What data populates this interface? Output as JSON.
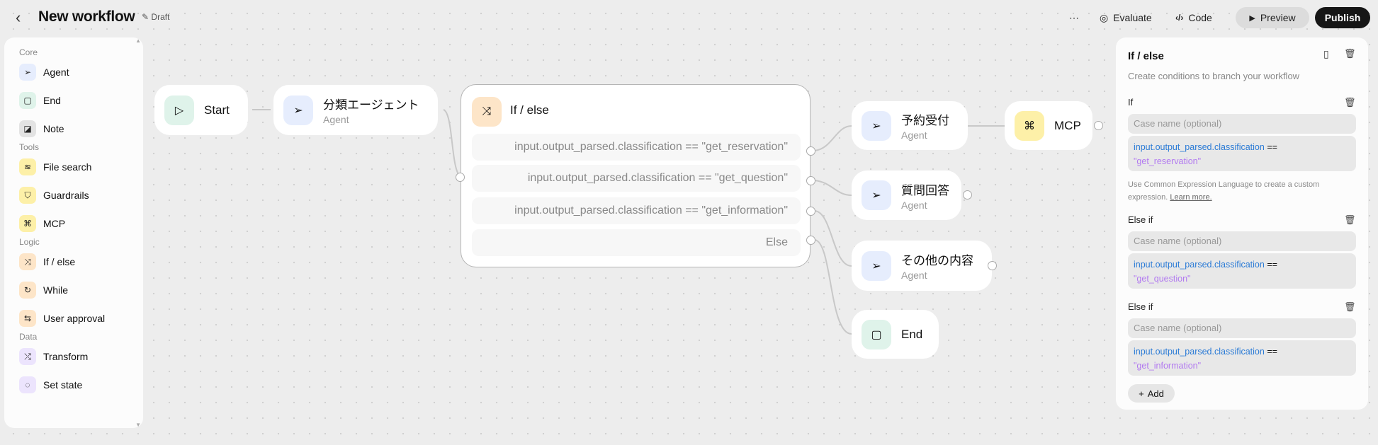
{
  "header": {
    "title": "New workflow",
    "status": "Draft",
    "more": "⋯",
    "evaluate": "Evaluate",
    "code": "Code",
    "preview": "Preview",
    "publish": "Publish"
  },
  "sidebar": {
    "sections": [
      {
        "label": "Core",
        "items": [
          {
            "label": "Agent",
            "icon": "cursor-icon",
            "color": "#e6edfd"
          },
          {
            "label": "End",
            "icon": "square-icon",
            "color": "#dff3ea"
          },
          {
            "label": "Note",
            "icon": "note-icon",
            "color": "#e3e3e3"
          }
        ]
      },
      {
        "label": "Tools",
        "items": [
          {
            "label": "File search",
            "icon": "database-icon",
            "color": "#fdf0a8"
          },
          {
            "label": "Guardrails",
            "icon": "shield-icon",
            "color": "#fdf0a8"
          },
          {
            "label": "MCP",
            "icon": "command-icon",
            "color": "#fdf0a8"
          }
        ]
      },
      {
        "label": "Logic",
        "items": [
          {
            "label": "If / else",
            "icon": "branch-icon",
            "color": "#fde5c8"
          },
          {
            "label": "While",
            "icon": "loop-icon",
            "color": "#fde5c8"
          },
          {
            "label": "User approval",
            "icon": "approval-icon",
            "color": "#fde5c8"
          }
        ]
      },
      {
        "label": "Data",
        "items": [
          {
            "label": "Transform",
            "icon": "shuffle-icon",
            "color": "#ece4fd"
          },
          {
            "label": "Set state",
            "icon": "dashed-circle-icon",
            "color": "#ece4fd"
          }
        ]
      }
    ]
  },
  "nodes": {
    "start": {
      "title": "Start"
    },
    "classifier": {
      "title": "分類エージェント",
      "subtitle": "Agent"
    },
    "ifelse": {
      "title": "If / else",
      "conditions": [
        "input.output_parsed.classification == \"get_reservation\"",
        "input.output_parsed.classification == \"get_question\"",
        "input.output_parsed.classification == \"get_information\"",
        "Else"
      ]
    },
    "reservation": {
      "title": "予約受付",
      "subtitle": "Agent"
    },
    "mcp": {
      "title": "MCP"
    },
    "question": {
      "title": "質問回答",
      "subtitle": "Agent"
    },
    "other": {
      "title": "その他の内容",
      "subtitle": "Agent"
    },
    "end": {
      "title": "End"
    }
  },
  "inspector": {
    "title": "If / else",
    "subtitle": "Create conditions to branch your workflow",
    "help": "Use Common Expression Language to create a custom expression.",
    "learn_more": "Learn more.",
    "case_placeholder": "Case name (optional)",
    "cases": [
      {
        "label": "If",
        "expr_var": "input.output_parsed.classification",
        "op": "==",
        "value": "\"get_reservation\""
      },
      {
        "label": "Else if",
        "expr_var": "input.output_parsed.classification",
        "op": "==",
        "value": "\"get_question\""
      },
      {
        "label": "Else if",
        "expr_var": "input.output_parsed.classification",
        "op": "==",
        "value": "\"get_information\""
      }
    ],
    "add": "Add"
  }
}
